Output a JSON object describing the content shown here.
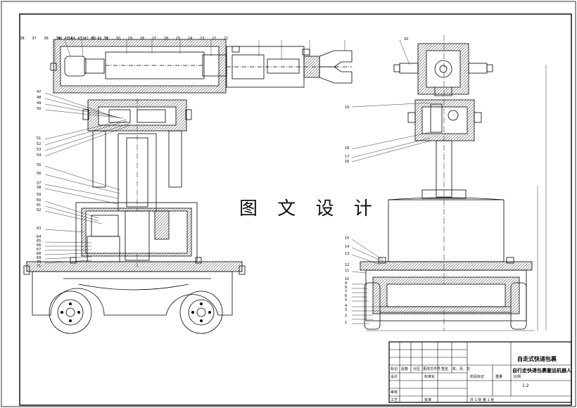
{
  "watermark": "图 文 设 计",
  "title_block": {
    "name_line1": "自走式快递包裹",
    "name_line2": "自行走快递包裹搬运机器人",
    "scale": "1:2",
    "headers": [
      "标记",
      "处数",
      "分区",
      "更改文件号",
      "签名",
      "年、月、日"
    ],
    "designer_label": "设计",
    "standardization_label": "标准化",
    "review_label": "审核",
    "process_label": "工艺",
    "approve_label": "批准",
    "stage_label": "阶段标记",
    "weight_label": "重量",
    "scale_label": "比例",
    "sheet_text": "共 1 张  第 1 张"
  },
  "callouts_left_top": [
    "46",
    "45",
    "44",
    "43",
    "42",
    "41",
    "40",
    "39",
    "38",
    "37",
    "36",
    "35",
    "34",
    "33",
    "32",
    "31",
    "30",
    "29",
    "28",
    "27",
    "26",
    "25",
    "24",
    "23",
    "22",
    "21"
  ],
  "callouts_left_side": [
    "47",
    "48",
    "49",
    "50",
    "51",
    "52",
    "53",
    "54",
    "55",
    "56",
    "57",
    "58",
    "59",
    "60",
    "61",
    "62",
    "63",
    "64",
    "65",
    "66",
    "67",
    "68",
    "69",
    "70",
    "71"
  ],
  "callouts_right_top": [
    "20",
    "19",
    "18",
    "17",
    "16"
  ],
  "callouts_right_side": [
    "15",
    "14",
    "13",
    "12",
    "11",
    "10",
    "9",
    "8",
    "7",
    "6",
    "5",
    "4",
    "3",
    "2",
    "1"
  ],
  "colors": {
    "line": "#000000",
    "hatch": "#000000",
    "paper": "#ffffff"
  }
}
